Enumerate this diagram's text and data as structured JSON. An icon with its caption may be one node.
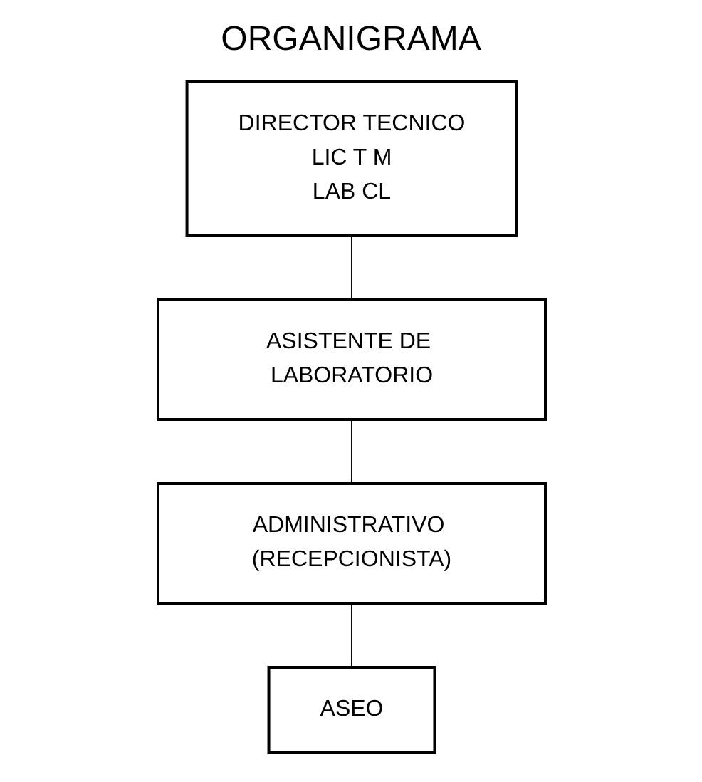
{
  "diagram": {
    "title": "ORGANIGRAMA",
    "nodes": [
      {
        "text": [
          "DIRECTOR TECNICO",
          "LIC T M",
          "LAB CL"
        ]
      },
      {
        "text": [
          "ASISTENTE DE LABORATORIO"
        ]
      },
      {
        "text": [
          "ADMINISTRATIVO (RECEPCIONISTA)"
        ]
      },
      {
        "text": [
          "ASEO"
        ]
      }
    ],
    "edges": [
      {
        "from": 0,
        "to": 1,
        "arrow": "none"
      },
      {
        "from": 1,
        "to": 2,
        "arrow": "none"
      },
      {
        "from": 2,
        "to": 3,
        "arrow": "none"
      }
    ]
  }
}
